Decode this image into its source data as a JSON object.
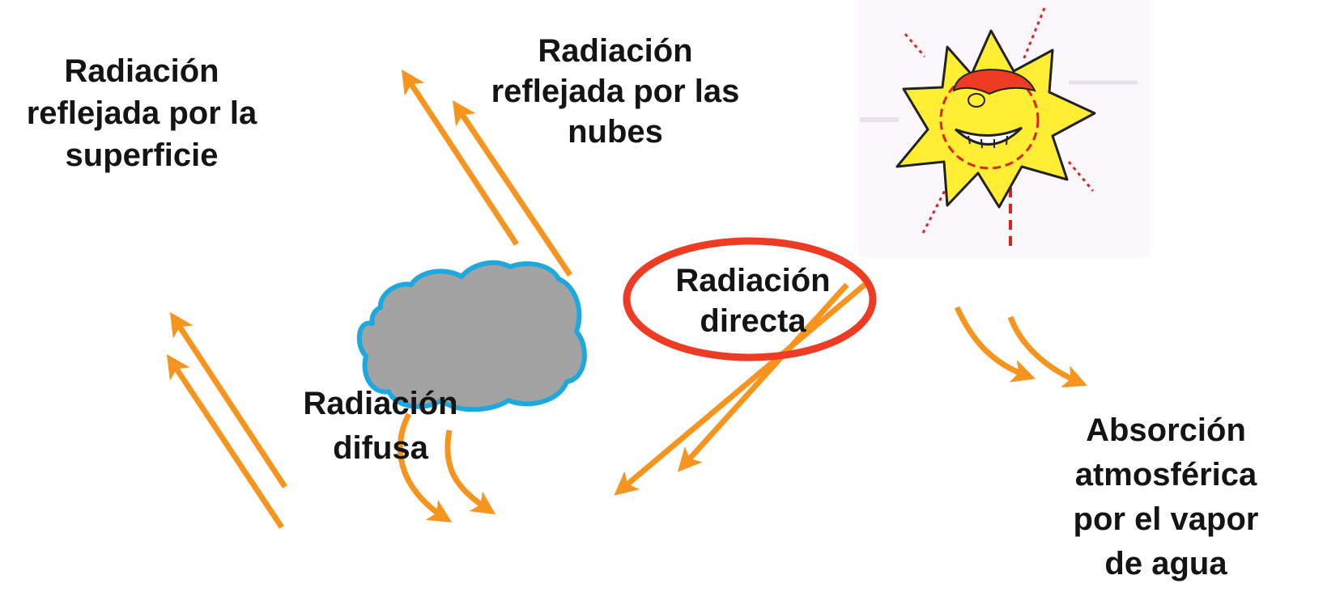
{
  "labels": {
    "surface_reflected": [
      "Radiación",
      "reflejada por la",
      "superficie"
    ],
    "cloud_reflected": [
      "Radiación",
      "reflejada por las",
      "nubes"
    ],
    "direct": [
      "Radiación",
      "directa"
    ],
    "diffuse": [
      "Radiación",
      "difusa"
    ],
    "absorption": [
      "Absorción",
      "atmosférica",
      "por el vapor",
      "de agua"
    ]
  },
  "colors": {
    "arrow": "#f7941d",
    "cloud_fill": "#a3a3a3",
    "cloud_outline": "#1ea8e0",
    "highlight_ellipse": "#ee3b24",
    "sun_body": "#ffee33",
    "sun_panel": "#fbf8fc",
    "sun_hat": "#ee3b24",
    "sun_rays": "#dd2222"
  },
  "icons": {
    "sun": "smiling-sun-icon",
    "cloud": "cloud-icon"
  }
}
